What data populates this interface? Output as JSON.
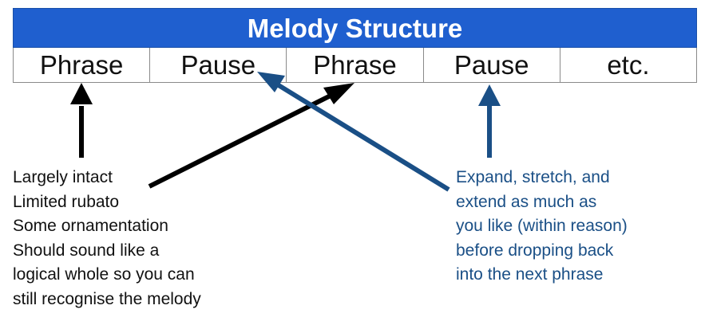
{
  "title": "Melody Structure",
  "cells": [
    "Phrase",
    "Pause",
    "Phrase",
    "Pause",
    "etc."
  ],
  "left_note": {
    "lines": [
      "Largely intact",
      "Limited rubato",
      "Some ornamentation",
      "Should sound like a",
      "logical whole so you can",
      "still recognise the melody"
    ]
  },
  "right_note": {
    "lines": [
      "Expand, stretch, and",
      "extend as much as",
      "you like (within reason)",
      "before dropping back",
      "into the next phrase"
    ]
  },
  "colors": {
    "header_bg": "#1f5fcf",
    "header_text": "#ffffff",
    "left_arrow": "#000000",
    "right_arrow": "#1a4f86",
    "right_text": "#1a4f86"
  }
}
